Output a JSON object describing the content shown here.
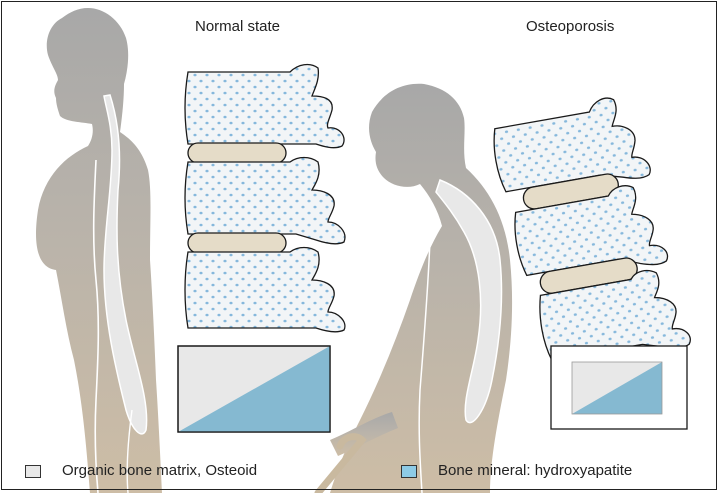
{
  "panels": {
    "normal_title": "Normal state",
    "osteoporosis_title": "Osteoporosis"
  },
  "legend": {
    "items": [
      {
        "label": "Organic bone matrix, Osteoid",
        "color": "#e8e8e8"
      },
      {
        "label": "Bone mineral: hydroxyapatite",
        "color": "#8dcbe6"
      }
    ]
  },
  "colors": {
    "body_top": "#a7a7a7",
    "body_bottom": "#cbbca6",
    "bone_fill": "#f2f5f7",
    "dots": "#86b8dc",
    "disc": "#e5dcc8",
    "mineral": "#85b9d1",
    "matrix": "#e8e8e8"
  }
}
